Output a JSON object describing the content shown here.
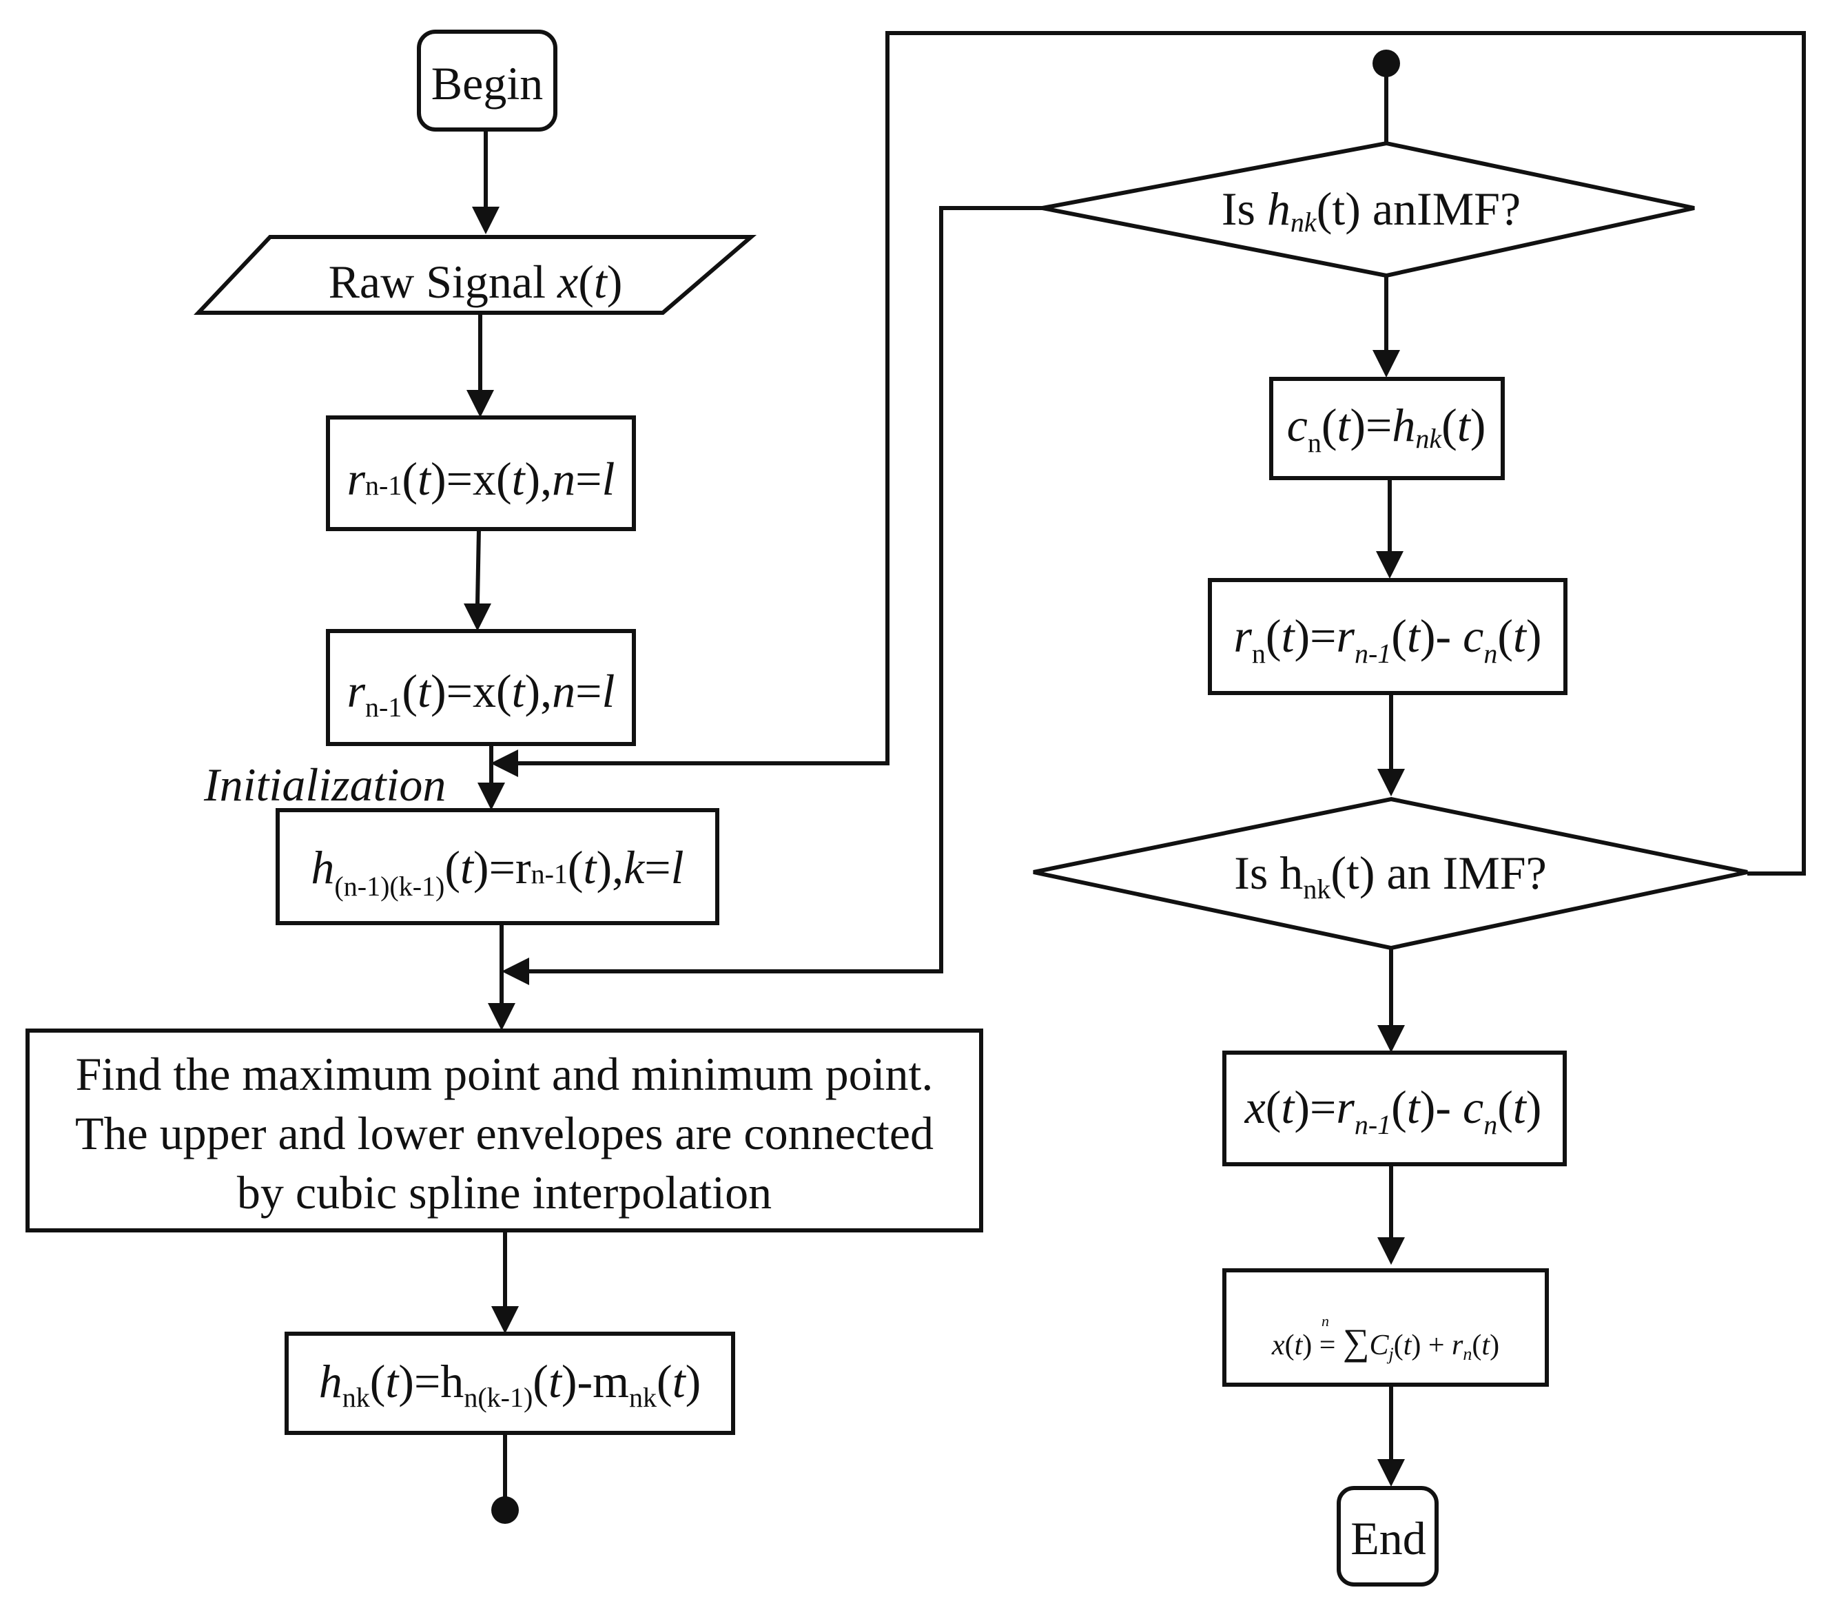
{
  "nodes": {
    "begin": "Begin",
    "raw_signal": {
      "text": "Raw Signal ",
      "var": "x",
      "arg": "t"
    },
    "residue_init_1": {
      "r": "r",
      "r_sub": "n-1",
      "t": "t",
      "eq": "=x(",
      "t2": "t",
      "close": "),",
      "n": "n",
      "eq2": "=",
      "l": "l"
    },
    "residue_init_2": {
      "r": "r",
      "r_sub": "n-1",
      "t": "t",
      "eq": "=x(",
      "t2": "t",
      "close": "),",
      "n": "n",
      "eq2": "=",
      "l": "l"
    },
    "initialization_label": "Initialization",
    "h_init": {
      "h": "h",
      "h_sub": "(n-1)(k-1)",
      "t": "t",
      "eq": "=r",
      "r_sub": "n-1",
      "t2": "t",
      "close": "),",
      "k": "k",
      "eq2": "=",
      "l": "l"
    },
    "find_extrema": [
      "Find the maximum point and minimum point.",
      "The upper and lower envelopes are connected",
      "by cubic spline interpolation"
    ],
    "h_update": {
      "h": "h",
      "h_sub": "nk",
      "t": "t",
      "eq": "=h",
      "h2_sub": "n(k-1)",
      "t2": "t",
      "minus": "-m",
      "m_sub": "nk",
      "t3": "t"
    },
    "imf_check_1": {
      "pre": "Is ",
      "h": "h",
      "h_sub": "nk",
      "post": "(t) anIMF?"
    },
    "imf_assign": {
      "c": "c",
      "c_sub": "n",
      "t": "t",
      "eq": "=",
      "h": "h",
      "h_sub": "nk",
      "t2": "t"
    },
    "residue_update": {
      "r": "r",
      "r_sub": "n",
      "t": "t",
      "eq": "=",
      "r2": "r",
      "r2_sub": "n-1",
      "t2": "t",
      "minus": "- ",
      "c": "c",
      "c_sub": "n",
      "t3": "t"
    },
    "imf_check_2": {
      "pre": "Is h",
      "h_sub": "nk",
      "post": "(t) an IMF?"
    },
    "signal_relation": {
      "x": "x",
      "t": "t",
      "eq": "=",
      "r": "r",
      "r_sub": "n-1",
      "t2": "t",
      "minus": "- ",
      "c": "c",
      "c_sub": "n",
      "t3": "t"
    },
    "reconstruction": {
      "lhs": "x",
      "t": "t",
      "eq": " = ",
      "sum": "∑",
      "upper": "n",
      "C": "C",
      "C_sub": "j",
      "t2": "t",
      "plus": " + ",
      "r": "r",
      "r_sub": "n",
      "t3": "t"
    },
    "end": "End"
  }
}
